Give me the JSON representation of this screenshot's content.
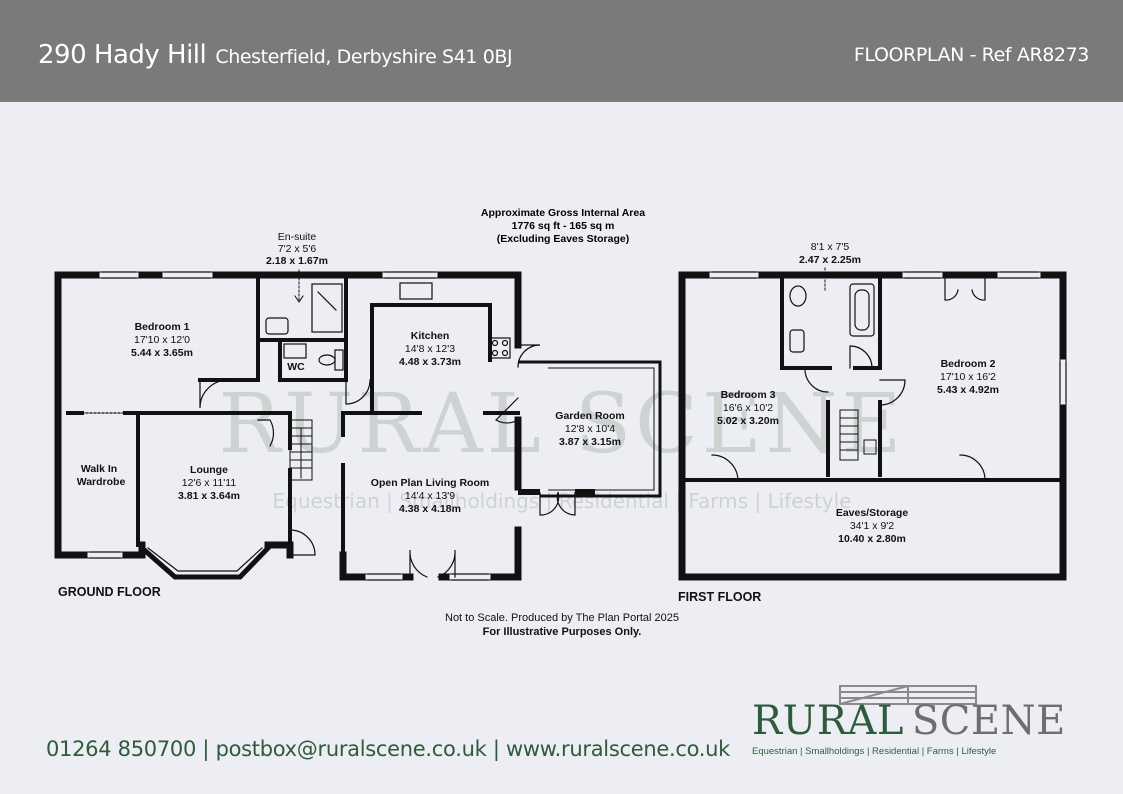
{
  "header": {
    "street": "290 Hady Hill",
    "town": "Chesterfield, Derbyshire S41 0BJ",
    "reference": "FLOORPLAN - Ref AR8273"
  },
  "area": {
    "line1": "Approximate Gross Internal Area",
    "line2": "1776 sq ft - 165 sq m",
    "line3": "(Excluding Eaves Storage)"
  },
  "rooms": {
    "ensuite": {
      "name": "En-suite",
      "imperial": "7'2 x 5'6",
      "metric": "2.18 x 1.67m"
    },
    "bedroom1": {
      "name": "Bedroom 1",
      "imperial": "17'10 x 12'0",
      "metric": "5.44 x 3.65m"
    },
    "wc": {
      "name": "WC"
    },
    "kitchen": {
      "name": "Kitchen",
      "imperial": "14'8 x 12'3",
      "metric": "4.48 x 3.73m"
    },
    "garden_room": {
      "name": "Garden Room",
      "imperial": "12'8 x 10'4",
      "metric": "3.87 x 3.15m"
    },
    "walk_in_wardrobe": {
      "name1": "Walk In",
      "name2": "Wardrobe"
    },
    "lounge": {
      "name": "Lounge",
      "imperial": "12'6 x 11'11",
      "metric": "3.81 x 3.64m"
    },
    "open_plan": {
      "name": "Open Plan Living Room",
      "imperial": "14'4 x 13'9",
      "metric": "4.38 x 4.18m"
    },
    "bathroom_ff": {
      "imperial": "8'1 x 7'5",
      "metric": "2.47 x 2.25m"
    },
    "bedroom2": {
      "name": "Bedroom 2",
      "imperial": "17'10 x 16'2",
      "metric": "5.43 x 4.92m"
    },
    "bedroom3": {
      "name": "Bedroom 3",
      "imperial": "16'6 x 10'2",
      "metric": "5.02 x 3.20m"
    },
    "eaves": {
      "name": "Eaves/Storage",
      "imperial": "34'1 x 9'2",
      "metric": "10.40 x 2.80m"
    }
  },
  "floor_labels": {
    "ground": "GROUND FLOOR",
    "first": "FIRST FLOOR"
  },
  "disclaimer": {
    "line1": "Not to Scale. Produced by The Plan Portal 2025",
    "line2": "For Illustrative Purposes Only."
  },
  "watermark": {
    "name": "RURAL SCENE",
    "tagline": "Equestrian | Smallholdings | Residential | Farms | Lifestyle"
  },
  "footer": {
    "contact": "01264 850700 | postbox@ruralscene.co.uk | www.ruralscene.co.uk"
  },
  "logo": {
    "name_first": "RURAL",
    "name_second": "SCENE",
    "tagline": "Equestrian | Smallholdings | Residential | Farms | Lifestyle"
  },
  "colors": {
    "header_bg": "#7a7a7a",
    "page_bg": "#edeef3",
    "brand_green": "#2c5c3b",
    "wall": "#111111"
  }
}
